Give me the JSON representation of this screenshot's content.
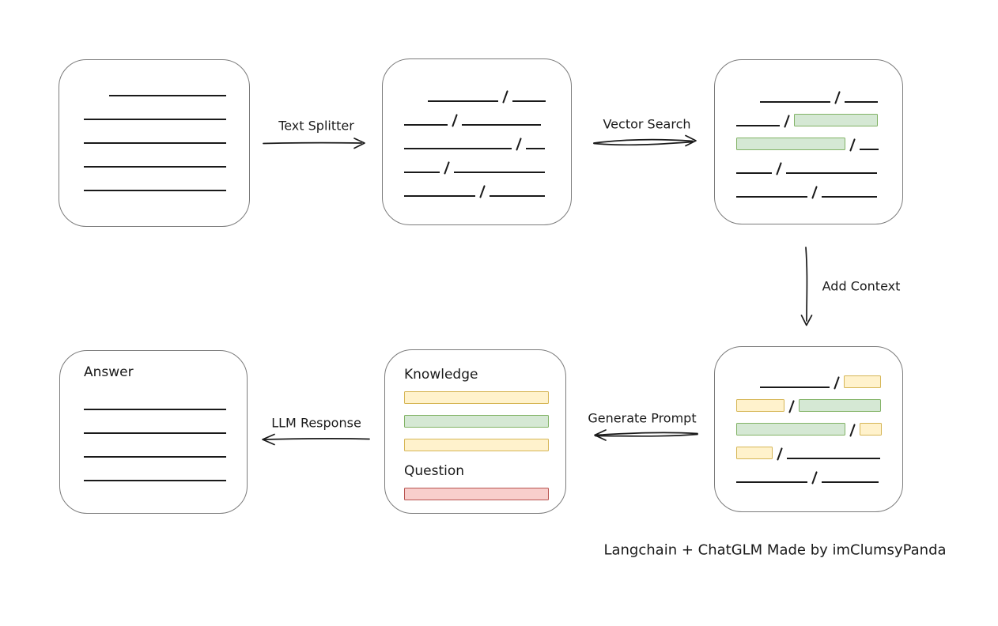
{
  "colors": {
    "line": "#1a1a1a",
    "box_border": "#7b7b7b",
    "green_fill": "#d5e8d4",
    "green_stroke": "#82b366",
    "yellow_fill": "#fff2cc",
    "yellow_stroke": "#d6b656",
    "red_fill": "#f8cecc",
    "red_stroke": "#b85450"
  },
  "labels": {
    "text_splitter": "Text Splitter",
    "vector_search": "Vector Search",
    "add_context": "Add Context",
    "generate_prompt": "Generate Prompt",
    "llm_response": "LLM Response",
    "caption": "Langchain + ChatGLM Made by imClumsyPanda"
  },
  "boxes": {
    "document": {
      "rows": [
        [
          {
            "t": "indent",
            "w": 32
          },
          {
            "t": "line",
            "w": 148
          }
        ],
        [
          {
            "t": "line",
            "w": 180
          }
        ],
        [
          {
            "t": "line",
            "w": 180
          }
        ],
        [
          {
            "t": "line",
            "w": 180
          }
        ],
        [
          {
            "t": "line",
            "w": 180
          }
        ]
      ]
    },
    "chunks": {
      "rows": [
        [
          {
            "t": "indent",
            "w": 30
          },
          {
            "t": "line",
            "w": 89
          },
          {
            "t": "slash"
          },
          {
            "t": "line",
            "w": 42
          }
        ],
        [
          {
            "t": "line",
            "w": 55
          },
          {
            "t": "slash"
          },
          {
            "t": "line",
            "w": 100
          }
        ],
        [
          {
            "t": "line",
            "w": 136
          },
          {
            "t": "slash"
          },
          {
            "t": "line",
            "w": 24
          }
        ],
        [
          {
            "t": "line",
            "w": 45
          },
          {
            "t": "slash"
          },
          {
            "t": "line",
            "w": 115
          }
        ],
        [
          {
            "t": "line",
            "w": 90
          },
          {
            "t": "slash"
          },
          {
            "t": "line",
            "w": 70
          }
        ]
      ]
    },
    "matched": {
      "rows": [
        [
          {
            "t": "indent",
            "w": 30
          },
          {
            "t": "line",
            "w": 89
          },
          {
            "t": "slash"
          },
          {
            "t": "line",
            "w": 42
          }
        ],
        [
          {
            "t": "line",
            "w": 55
          },
          {
            "t": "slash"
          },
          {
            "t": "green",
            "w": 106
          }
        ],
        [
          {
            "t": "green",
            "w": 138
          },
          {
            "t": "slash"
          },
          {
            "t": "line",
            "w": 24
          }
        ],
        [
          {
            "t": "line",
            "w": 45
          },
          {
            "t": "slash"
          },
          {
            "t": "line",
            "w": 115
          }
        ],
        [
          {
            "t": "line",
            "w": 90
          },
          {
            "t": "slash"
          },
          {
            "t": "line",
            "w": 70
          }
        ]
      ]
    },
    "context": {
      "rows": [
        [
          {
            "t": "indent",
            "w": 30
          },
          {
            "t": "line",
            "w": 88
          },
          {
            "t": "slash"
          },
          {
            "t": "yellow",
            "w": 47
          }
        ],
        [
          {
            "t": "yellow",
            "w": 61
          },
          {
            "t": "slash"
          },
          {
            "t": "green",
            "w": 104
          }
        ],
        [
          {
            "t": "green",
            "w": 138
          },
          {
            "t": "slash"
          },
          {
            "t": "yellow",
            "w": 28
          }
        ],
        [
          {
            "t": "yellow",
            "w": 46
          },
          {
            "t": "slash"
          },
          {
            "t": "line",
            "w": 118
          }
        ],
        [
          {
            "t": "line",
            "w": 90
          },
          {
            "t": "slash"
          },
          {
            "t": "line",
            "w": 72
          }
        ]
      ]
    },
    "prompt": {
      "knowledge_label": "Knowledge",
      "question_label": "Question",
      "knowledge_rows": [
        [
          {
            "t": "yellow",
            "w": 183
          }
        ],
        [
          {
            "t": "green",
            "w": 183
          }
        ],
        [
          {
            "t": "yellow",
            "w": 183
          }
        ]
      ],
      "question_rows": [
        [
          {
            "t": "red",
            "w": 183
          }
        ]
      ]
    },
    "answer": {
      "label": "Answer",
      "rows": [
        [
          {
            "t": "line",
            "w": 180
          }
        ],
        [
          {
            "t": "line",
            "w": 180
          }
        ],
        [
          {
            "t": "line",
            "w": 180
          }
        ],
        [
          {
            "t": "line",
            "w": 180
          }
        ]
      ]
    }
  }
}
